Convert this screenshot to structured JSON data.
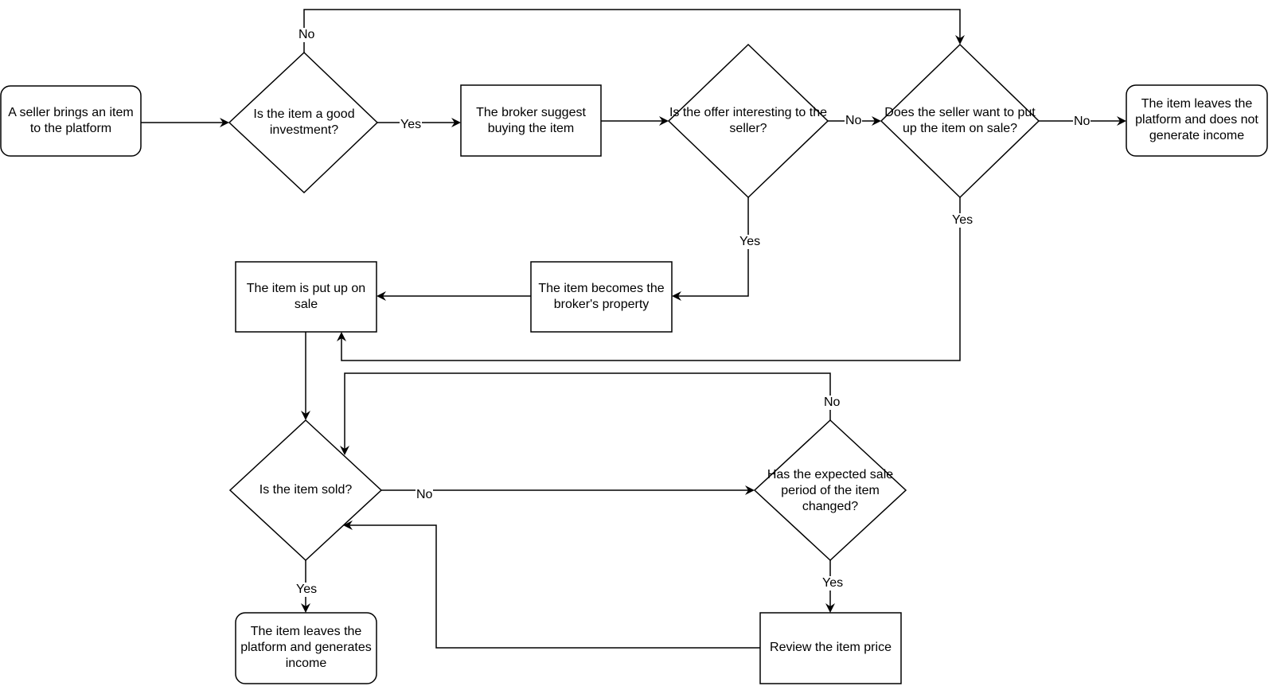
{
  "nodes": {
    "start": "A seller brings an item to the platform",
    "good_investment": "Is the item a good investment?",
    "broker_suggest": "The broker suggest buying the item",
    "offer_interesting": "Is the offer interesting to the seller?",
    "seller_want_sale": "Does the seller want to put up the item on sale?",
    "leaves_no_income": "The item leaves the platform and does not generate income",
    "broker_property": "The item becomes the broker's property",
    "put_on_sale": "The item is put up on sale",
    "item_sold": "Is the item sold?",
    "sale_period_changed": "Has the expected sale period of the item changed?",
    "leaves_income": "The item leaves the platform and generates income",
    "review_price": "Review the item price"
  },
  "edge_labels": {
    "yes": "Yes",
    "no": "No"
  }
}
